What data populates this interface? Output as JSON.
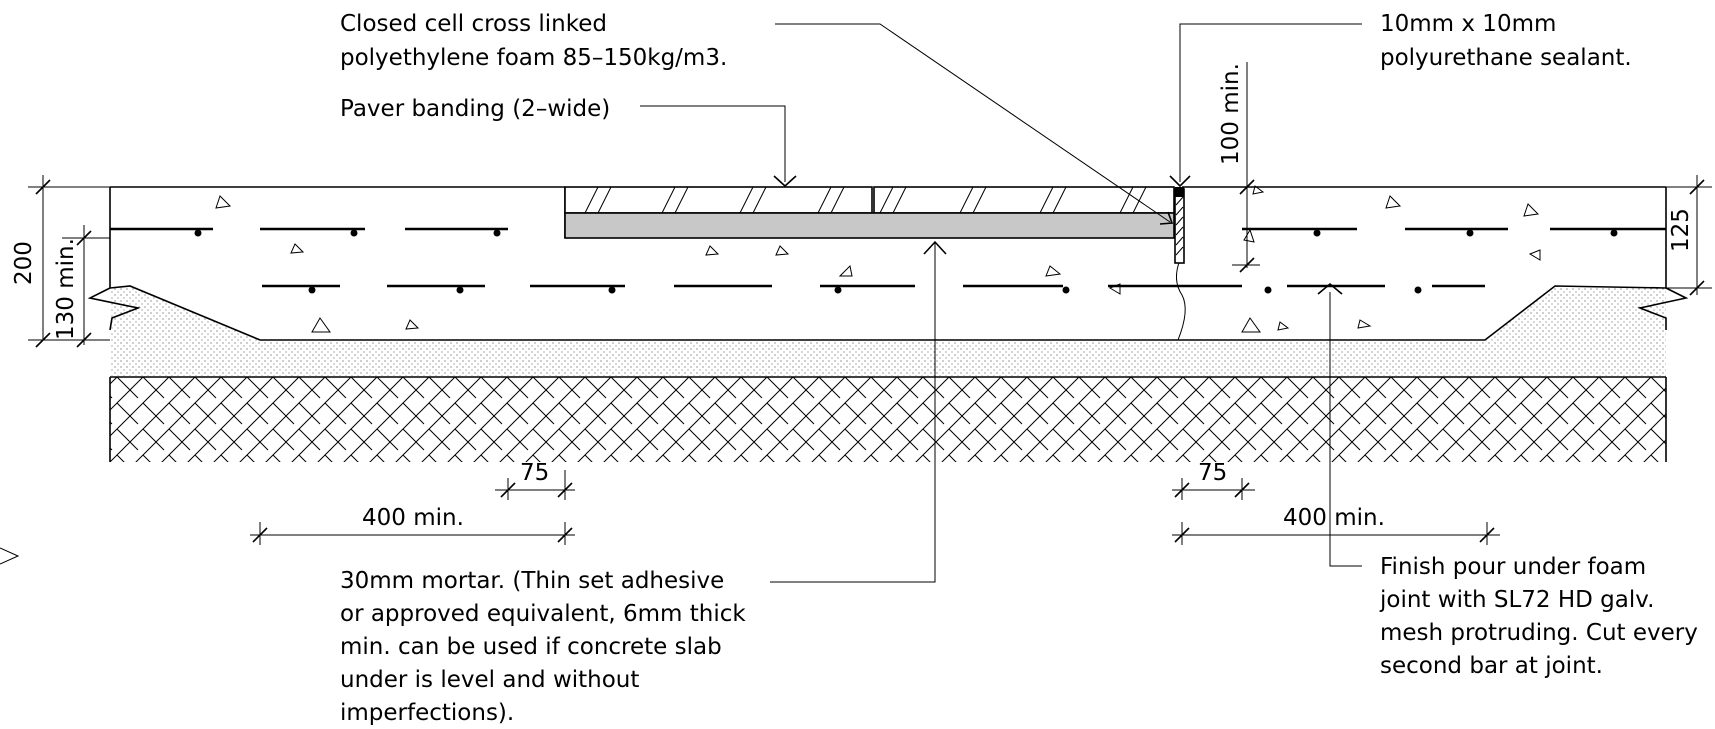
{
  "labels": {
    "foam": [
      "Closed cell cross linked",
      "polyethylene foam 85–150kg/m3."
    ],
    "sealant": [
      "10mm x 10mm",
      "polyurethane sealant."
    ],
    "paver": "Paver banding (2–wide)",
    "mortar": [
      "30mm mortar. (Thin set adhesive",
      "or approved equivalent, 6mm thick",
      "min. can be used if concrete slab",
      "under is level and without",
      "imperfections)."
    ],
    "finish": [
      "Finish pour under foam",
      "joint with SL72 HD galv.",
      "mesh protruding. Cut every",
      "second bar at joint."
    ]
  },
  "dimensions": {
    "d200": "200",
    "d130": "130 min.",
    "d100": "100 min.",
    "d125": "125",
    "d75_left": "75",
    "d400_left": "400 min.",
    "d75_right": "75",
    "d400_right": "400 min."
  },
  "colors": {
    "line": "#000000",
    "mortar": "#c8c8c8",
    "subbase": "#f2f2f2"
  }
}
